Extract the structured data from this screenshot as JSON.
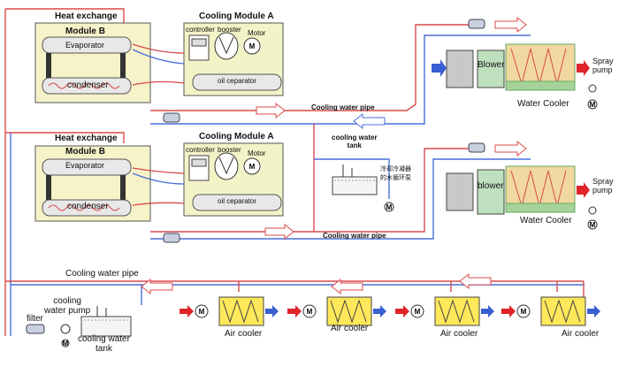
{
  "colors": {
    "hot_pipe": "#d94a4a",
    "cold_pipe": "#4a6fd8",
    "equipment_fill": "#f3f3c8",
    "module_fill": "#f7f3c9",
    "tank_fill": "#f5f5f5",
    "cooler_core": "#ffe85a",
    "blower_fill": "#c8c8c8",
    "arrow_red": "#e0242a",
    "arrow_blue": "#3a5fd0"
  },
  "unit1": {
    "heat_exchange": "Heat exchange",
    "module_b": "Module B",
    "evaporator": "Evaporator",
    "condenser": "condenser",
    "cooling_module": "Cooling Module A",
    "controller": "controller",
    "booster": "booster",
    "motor": "Motor",
    "oil_separator": "oil ceparator"
  },
  "unit2": {
    "heat_exchange": "Heat exchange",
    "module_b": "Module B",
    "evaporator": "Evaporator",
    "condenser": "condenser",
    "cooling_module": "Cooling Module A",
    "controller": "controller",
    "booster": "booster",
    "motor": "Motor",
    "oil_separator": "oil ceparator"
  },
  "water_cooler1": {
    "blower": "Blower",
    "spray_pump": "Spray\npump",
    "name": "Water Cooler"
  },
  "water_cooler2": {
    "blower": "blower",
    "spray_pump": "Spray\npump",
    "name": "Water Cooler"
  },
  "pipes": {
    "pipe_upper": "Cooling water pipe",
    "pipe_middle": "Cooling water pipe",
    "pipe_lower": "Cooling water pipe",
    "tank_mid_label": "cooling water\ntank",
    "tank_chinese": "冷却冷凝器\n的水循环泵"
  },
  "bottom": {
    "filter": "filter",
    "cooling_water_pump": "cooling\nwater pump",
    "cooling_water_tank": "cooling water\ntank",
    "air_coolers": [
      "Air cooler",
      "Air cooler",
      "Air cooler",
      "Air cooler"
    ]
  },
  "symbols": {
    "motor_letter": "M"
  }
}
